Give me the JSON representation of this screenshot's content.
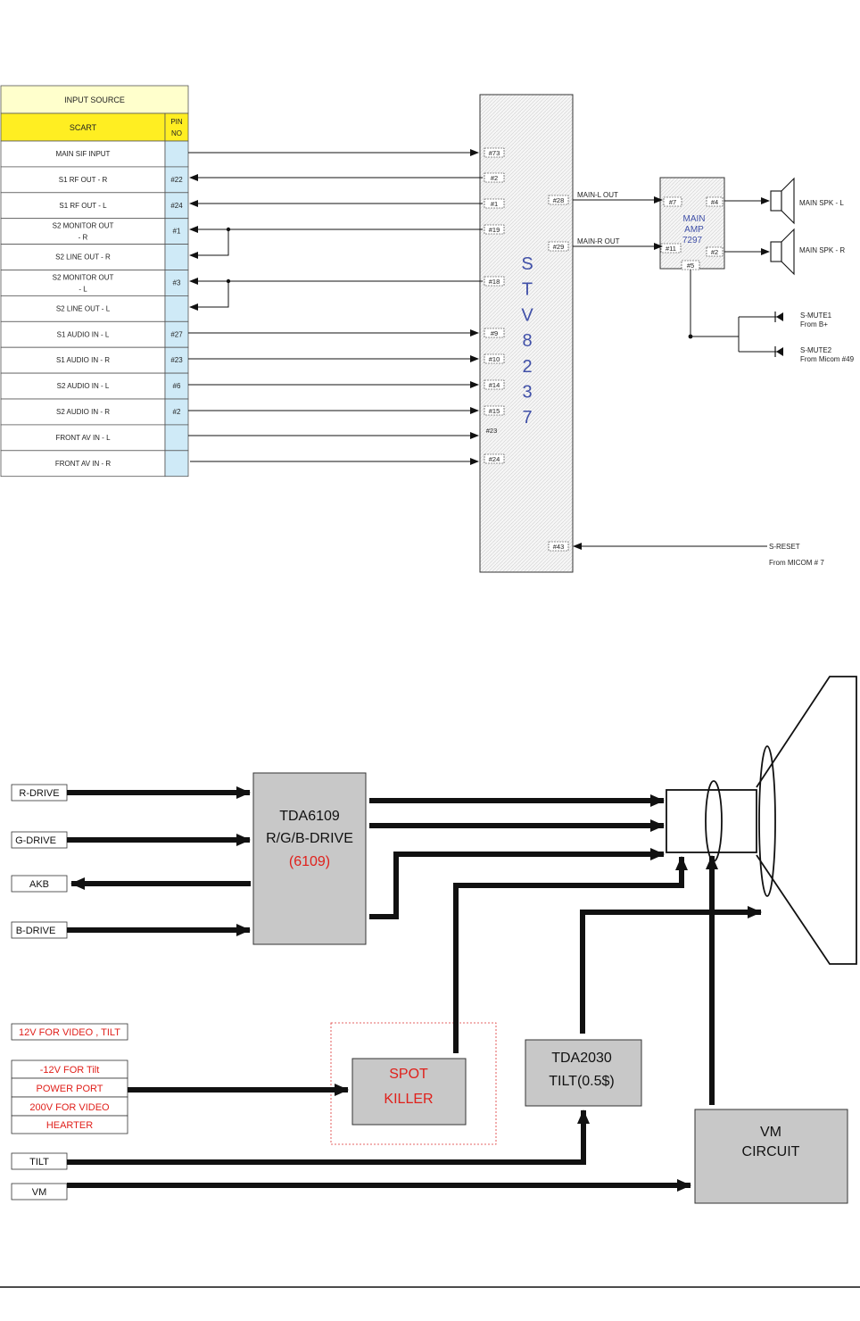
{
  "input_table": {
    "title": "INPUT  SOURCE",
    "col_header": "SCART",
    "pin_header_1": "PIN",
    "pin_header_2": "NO",
    "rows": [
      {
        "label": "MAIN  SIF  INPUT",
        "label2": "",
        "pin": ""
      },
      {
        "label": "S1  RF  OUT  - R",
        "label2": "",
        "pin": "#22"
      },
      {
        "label": "S1  RF  OUT  - L",
        "label2": "",
        "pin": "#24"
      },
      {
        "label": "S2  MONITOR  OUT",
        "label2": "- R",
        "pin": "#1"
      },
      {
        "label": "S2  LINE  OUT  - R",
        "label2": "",
        "pin": ""
      },
      {
        "label": "S2  MONITOR  OUT",
        "label2": "- L",
        "pin": "#3"
      },
      {
        "label": "S2  LINE  OUT  - L",
        "label2": "",
        "pin": ""
      },
      {
        "label": "S1  AUDIO  IN  - L",
        "label2": "",
        "pin": "#27"
      },
      {
        "label": "S1  AUDIO  IN  - R",
        "label2": "",
        "pin": "#23"
      },
      {
        "label": "S2  AUDIO  IN  - L",
        "label2": "",
        "pin": "#6"
      },
      {
        "label": "S2  AUDIO  IN  - R",
        "label2": "",
        "pin": "#2"
      },
      {
        "label": "FRONT  AV  IN  - L",
        "label2": "",
        "pin": ""
      },
      {
        "label": "FRONT  AV  IN  - R",
        "label2": "",
        "pin": ""
      }
    ]
  },
  "stv_chip": {
    "letters": [
      "S",
      "T",
      "V",
      "8",
      "2",
      "3",
      "7"
    ],
    "input_pins": [
      "#73",
      "#2",
      "#1",
      "#19",
      "#18",
      "#9",
      "#10",
      "#14",
      "#15",
      "#23",
      "#24"
    ],
    "out_pin_l": "#28",
    "out_pin_r": "#29",
    "reset_pin": "#43"
  },
  "audio": {
    "main_l_out": "MAIN-L  OUT",
    "main_r_out": "MAIN-R  OUT",
    "amp_line1": "MAIN",
    "amp_line2": "AMP",
    "amp_line3": "7297",
    "amp_pin_in_l": "#7",
    "amp_pin_in_r": "#11",
    "amp_pin_out_l": "#4",
    "amp_pin_out_r": "#2",
    "amp_pin_mute": "#5",
    "spk_l": "MAIN  SPK - L",
    "spk_r": "MAIN  SPK - R",
    "mute1_line1": "S-MUTE1",
    "mute1_line2": "From  B+",
    "mute2_line1": "S-MUTE2",
    "mute2_line2": "From  Micom  #49",
    "reset_line1": "S-RESET",
    "reset_line2": "From  MICOM  # 7"
  },
  "video": {
    "inputs": {
      "r_drive": "R-DRIVE",
      "g_drive": "G-DRIVE",
      "akb": "AKB",
      "b_drive": "B-DRIVE",
      "tilt": "TILT",
      "vm": "VM"
    },
    "tda6109_line1": "TDA6109",
    "tda6109_line2": "R/G/B-DRIVE",
    "tda6109_line3": "(6109)",
    "supply_12v": "12V  FOR  VIDEO  ,  TILT",
    "power_port_rows": [
      "-12V  FOR  Tilt",
      "POWER  PORT",
      "200V  FOR  VIDEO",
      "HEARTER"
    ],
    "spot_line1": "SPOT",
    "spot_line2": "KILLER",
    "tda2030_line1": "TDA2030",
    "tda2030_line2": "TILT(0.5$)",
    "vm_line1": "VM",
    "vm_line2": "CIRCUIT"
  }
}
